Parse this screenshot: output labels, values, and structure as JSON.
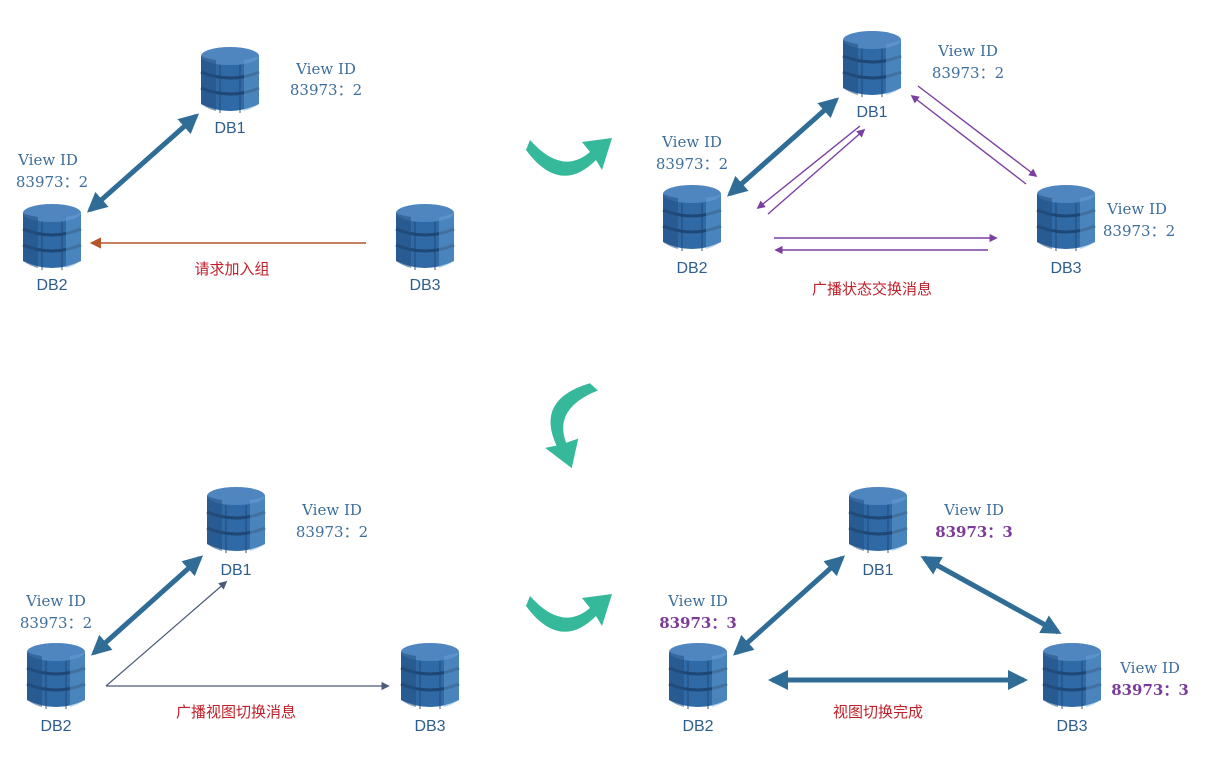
{
  "colors": {
    "db_body": "#2f6aa6",
    "db_dark": "#234f80",
    "db_light": "#5a93c9",
    "strong_arrow": "#2f6c96",
    "request_arrow": "#b4552a",
    "broadcast_arrow": "#7a3fa0",
    "thin_arrow": "#4a5a78",
    "transition_arrow": "#35b99a",
    "view_id_text": "#3d6d9a",
    "view_id_new": "#7b3a9a",
    "caption": "#c0202a"
  },
  "panels": {
    "p1": {
      "db1": "DB1",
      "db2": "DB2",
      "db3": "DB3",
      "db1_vid_label": "View ID",
      "db1_vid_value": "83973：2",
      "db2_vid_label": "View ID",
      "db2_vid_value": "83973：2",
      "caption": "请求加入组"
    },
    "p2": {
      "db1": "DB1",
      "db2": "DB2",
      "db3": "DB3",
      "db1_vid_label": "View ID",
      "db1_vid_value": "83973：2",
      "db2_vid_label": "View ID",
      "db2_vid_value": "83973：2",
      "db3_vid_label": "View ID",
      "db3_vid_value": "83973：2",
      "caption": "广播状态交换消息"
    },
    "p3": {
      "db1": "DB1",
      "db2": "DB2",
      "db3": "DB3",
      "db1_vid_label": "View ID",
      "db1_vid_value": "83973：2",
      "db2_vid_label": "View ID",
      "db2_vid_value": "83973：2",
      "caption": "广播视图切换消息"
    },
    "p4": {
      "db1": "DB1",
      "db2": "DB2",
      "db3": "DB3",
      "db1_vid_label": "View ID",
      "db1_vid_value": "83973：3",
      "db2_vid_label": "View ID",
      "db2_vid_value": "83973：3",
      "db3_vid_label": "View ID",
      "db3_vid_value": "83973：3",
      "caption": "视图切换完成"
    }
  }
}
